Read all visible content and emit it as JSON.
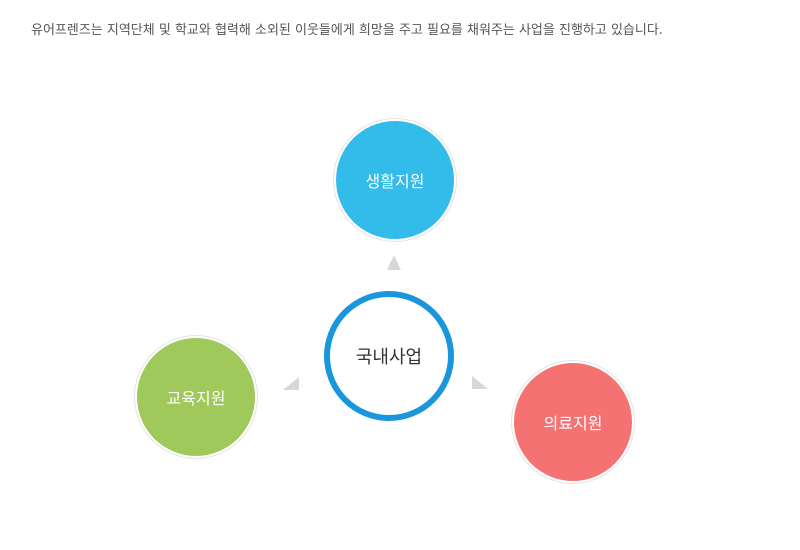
{
  "intro": "유어프렌즈는 지역단체 및 학교와 협력해 소외된 이웃들에게 희망을 주고 필요를 채워주는 사업을 진행하고 있습니다.",
  "diagram": {
    "center": {
      "label": "국내사업",
      "color": "#1a96dc"
    },
    "nodes": [
      {
        "label": "생활지원",
        "color": "#33bbea"
      },
      {
        "label": "교육지원",
        "color": "#9fc95a"
      },
      {
        "label": "의료지원",
        "color": "#f47272"
      }
    ],
    "arrow_color": "#d7d7d7"
  }
}
